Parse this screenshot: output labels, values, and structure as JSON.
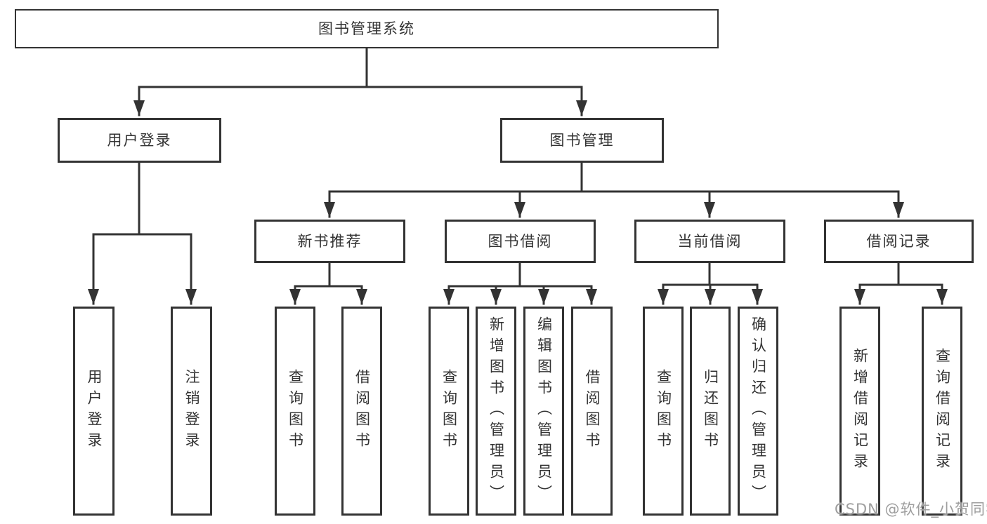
{
  "diagram_title": "图书管理系统",
  "watermark": "CSDN @软件_小贺同学",
  "colors": {
    "line": "#333333",
    "box_border": "#333333",
    "box_fill": "#ffffff",
    "text": "#333333",
    "watermark": "#9e9e9e",
    "background": "#ffffff"
  },
  "nodes": {
    "root": {
      "label": "图书管理系统"
    },
    "userLogin": {
      "label": "用户登录"
    },
    "bookMgmt": {
      "label": "图书管理"
    },
    "newBookRec": {
      "label": "新书推荐"
    },
    "bookBorrow": {
      "label": "图书借阅"
    },
    "currentBorrow": {
      "label": "当前借阅"
    },
    "borrowRecords": {
      "label": "借阅记录"
    },
    "leafUserLogin": {
      "label": "用户登录"
    },
    "leafLogout": {
      "label": "注销登录"
    },
    "leafQueryRec": {
      "label": "查询图书"
    },
    "leafBorrowRec": {
      "label": "借阅图书"
    },
    "leafQueryBb": {
      "label": "查询图书"
    },
    "leafAddBook": {
      "label": "新增图书（管理员）"
    },
    "leafEditBook": {
      "label": "编辑图书（管理员）"
    },
    "leafBorrowBb": {
      "label": "借阅图书"
    },
    "leafQueryCur": {
      "label": "查询图书"
    },
    "leafReturnBook": {
      "label": "归还图书"
    },
    "leafConfirmReturn": {
      "label": "确认归还（管理员）"
    },
    "leafAddRecord": {
      "label": "新增借阅记录"
    },
    "leafQueryRecord": {
      "label": "查询借阅记录"
    }
  },
  "hierarchy": {
    "图书管理系统": {
      "用户登录": [
        "用户登录",
        "注销登录"
      ],
      "图书管理": {
        "新书推荐": [
          "查询图书",
          "借阅图书"
        ],
        "图书借阅": [
          "查询图书",
          "新增图书（管理员）",
          "编辑图书（管理员）",
          "借阅图书"
        ],
        "当前借阅": [
          "查询图书",
          "归还图书",
          "确认归还（管理员）"
        ],
        "借阅记录": [
          "新增借阅记录",
          "查询借阅记录"
        ]
      }
    }
  }
}
